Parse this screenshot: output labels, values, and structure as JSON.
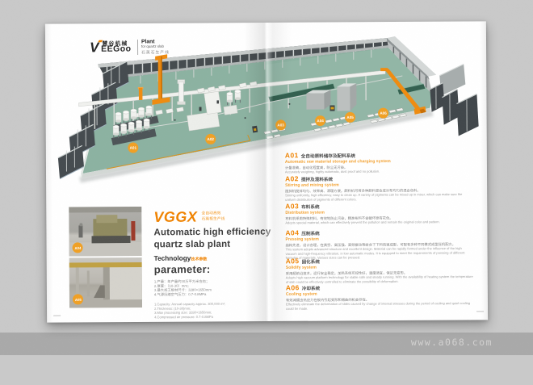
{
  "page": {
    "watermark": "www.a068.com"
  },
  "brand": {
    "logo_text": "EEGoo",
    "logo_v": "V",
    "logo_cn": "慧谷机械",
    "tagline_title": "Plant",
    "tagline_sub": "for quartz slab",
    "tagline_cn": "石英石生产线"
  },
  "product": {
    "model": "VGGX",
    "model_cn_1": "全自动高效",
    "model_cn_2": "石英板生产线",
    "title_en_1": "Automatic high efficiency",
    "title_en_2": "quartz slab plant",
    "tech_label": "Technology",
    "tech_label_cn": "技术参数",
    "param_label": "parameter:",
    "params_cn": [
      "1.产量：年产量约30万平方米左右；",
      "2.厚度：（10-30）mm；",
      "3.最大加工板材尺寸：3280×1650mm",
      "4.气源压缩空气压力：0.7-0.8MPa"
    ],
    "params_en": [
      "1.Capacity: Annual capacity approx. 300,000 m²;",
      "2.Thickness: (10-30)mm;",
      "3.Max processing size: 3280×1650mm;",
      "4.Compressed air pressure: 0.7-0.8MPa"
    ]
  },
  "plan": {
    "markers": [
      "A01",
      "A02",
      "A03",
      "A04",
      "A05",
      "A06"
    ],
    "photo_markers": [
      "A04",
      "A05"
    ],
    "colors": {
      "floor": "#8cb2a1",
      "accent": "#ef8c10",
      "marker": "#f0a024"
    }
  },
  "sections": [
    {
      "id": "A01",
      "cn": "全自动原料储存及配料系统",
      "en": "Automatic raw material storage and charging system",
      "body_cn": "计量准确，自动化程度高，防尘无污染。",
      "body_en": "Accurately weighing, highly automatic, dust proof and no pollution."
    },
    {
      "id": "A02",
      "cn": "搅拌及混料系统",
      "en": "Stirring and mixing system",
      "body_cn": "搅拌机搅拌均匀、效率高、清理方便。颜料机可将多种颜料混合成分布均匀的混合色料。",
      "body_en": "Stirring uniformly, high efficiency, easy to clean up. A variety of pigments can be mixed up in mixer, which can make sure the uniform distribution of pigments of different colors."
    },
    {
      "id": "A03",
      "cn": "布料系统",
      "en": "Distribution system",
      "body_cn": "布料机采用特殊材料，有效地防止污染，精准布料不会破坏原有花色。",
      "body_en": "Adopts special material, which can effectively prevent the pollution and remain the original color and pattern."
    },
    {
      "id": "A04",
      "cn": "压制系统",
      "en": "Pressing system",
      "body_cn": "结构先进，设计合理，在真空、高压强、高频振动等给合下下料快速成型，可配有多种不同模式成型压机配方。",
      "body_en": "This system adopts advanced structure and excellent design. Material can be rapidly formed under the influence of the high vacuum and high-frequency vibration, in low automatic modes. It is equipped to meet the requirements of pressing of different formulas of materials. Various sizes can be pressed."
    },
    {
      "id": "A05",
      "cn": "固化系统",
      "en": "Solidify system",
      "body_cn": "采用超前沿技术，运行安全稳定。加热系统可控性好，温度适宜，保证无变形。",
      "body_en": "Adopts high vacuum platform technology for stable safe and steady running. With the availability of heating system the temperature of slab could be effectively controlled to eliminate the possibility of deformation."
    },
    {
      "id": "A06",
      "cn": "冷却系统",
      "en": "Cooling system",
      "body_cn": "有效减缓由热应力在板内引起变形和翘曲的机会存在。",
      "body_en": "Effectively eliminate the deformation of slabs caused by change of internal stresses during the period of cooling and quiet cooling could be made."
    }
  ]
}
